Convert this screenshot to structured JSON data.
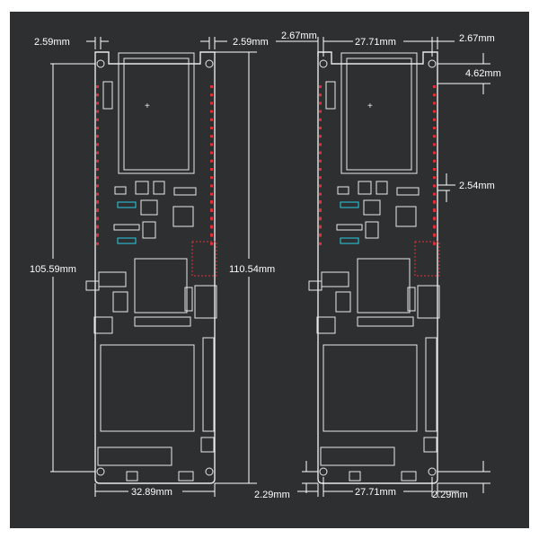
{
  "left_view": {
    "top_left_margin": "2.59mm",
    "top_right_margin": "2.59mm",
    "board_height": "105.59mm",
    "total_height": "110.54mm",
    "board_width": "32.89mm"
  },
  "right_view": {
    "top_left_margin": "2.67mm",
    "hole_spacing_top": "27.71mm",
    "top_right_margin": "2.67mm",
    "hole_to_header": "4.62mm",
    "pin_pitch": "2.54mm",
    "bottom_left_margin": "2.29mm",
    "hole_spacing_bottom": "27.71mm",
    "bottom_right_margin": "2.29mm"
  },
  "colors": {
    "background": "#2e2f31",
    "outline": "#e8e8e8",
    "pad_red": "#e0303a",
    "pad_cyan": "#2ab3c6"
  }
}
